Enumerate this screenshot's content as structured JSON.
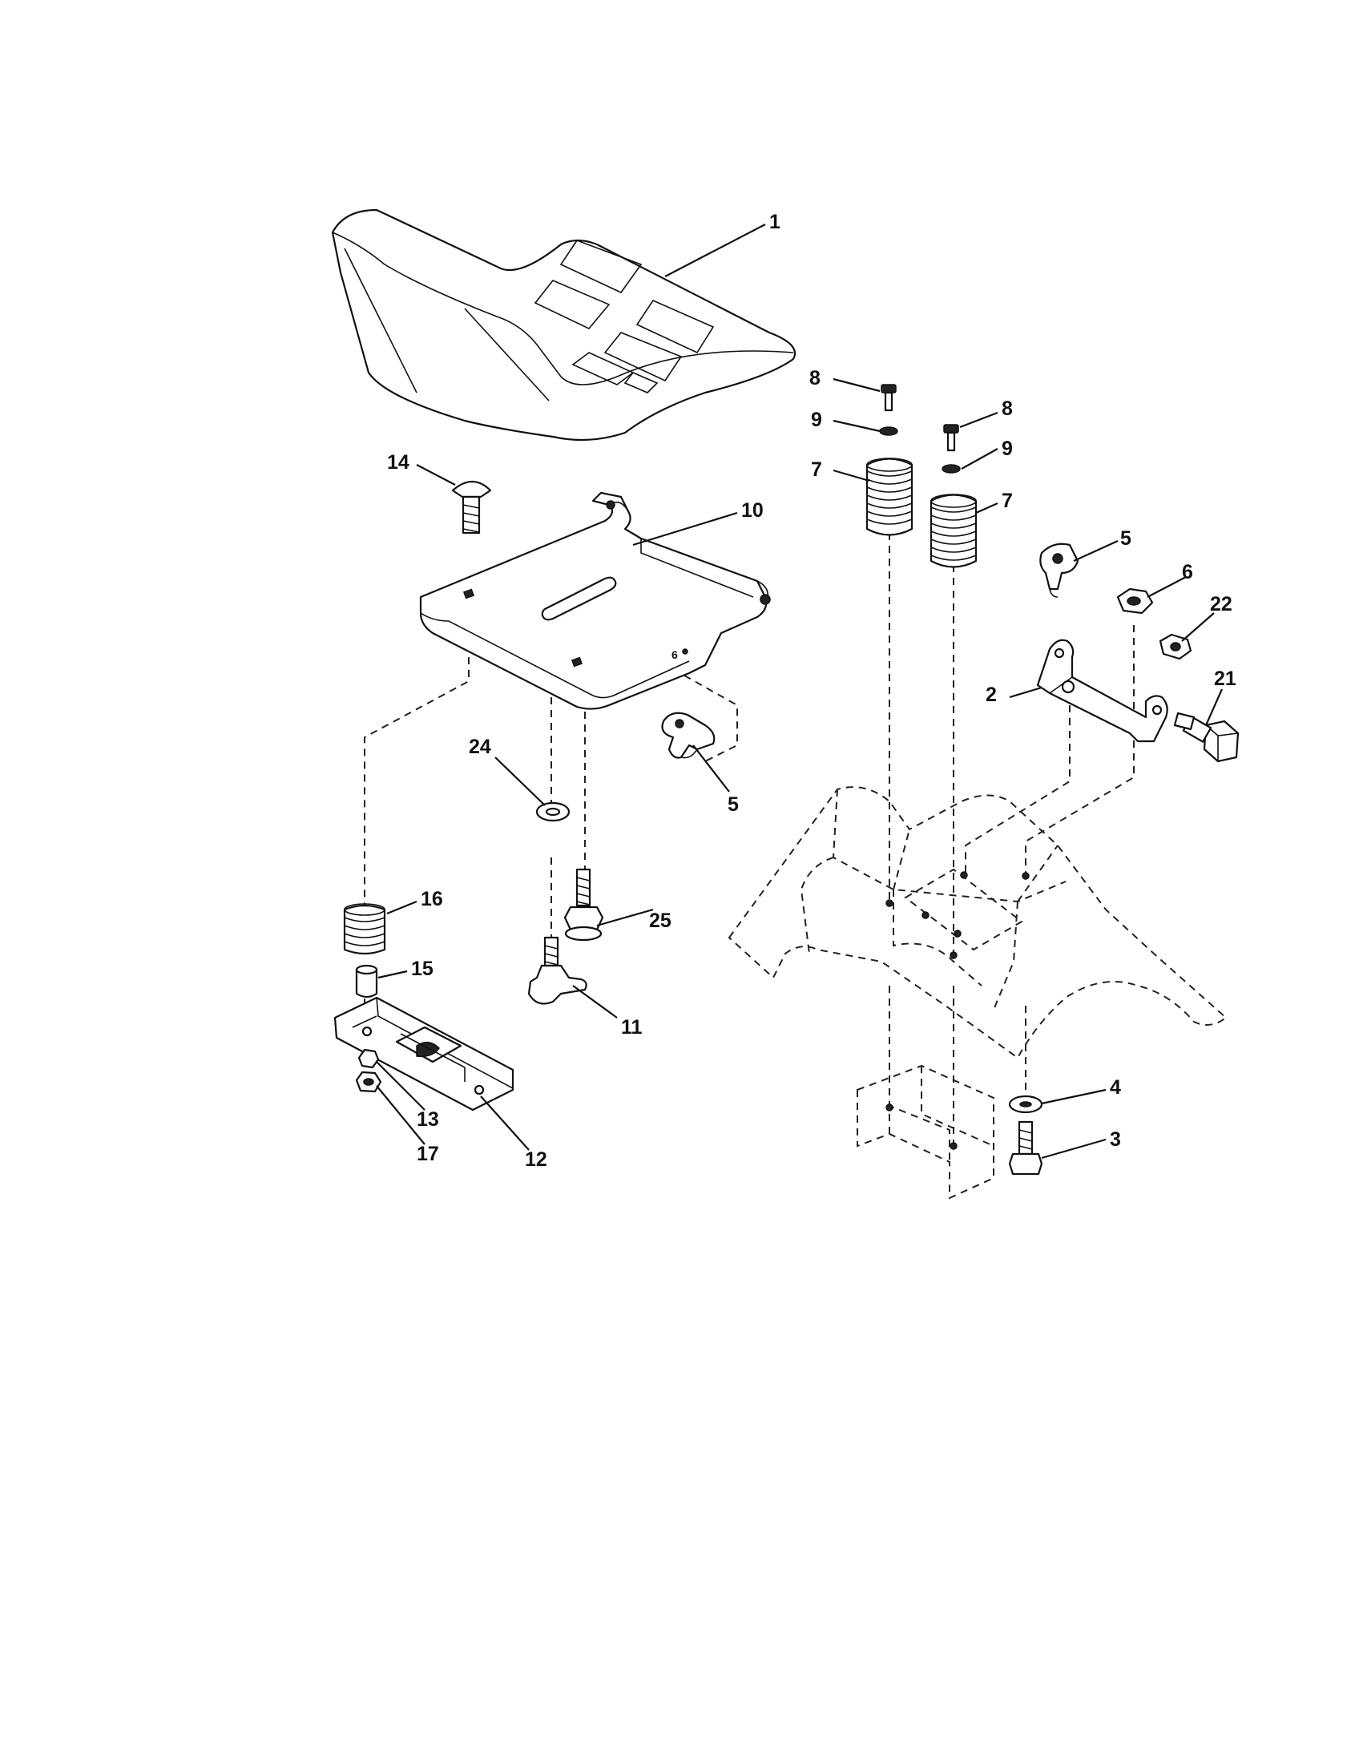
{
  "diagram": {
    "callouts": [
      {
        "id": "c1",
        "label": "1"
      },
      {
        "id": "c8a",
        "label": "8"
      },
      {
        "id": "c8b",
        "label": "8"
      },
      {
        "id": "c9a",
        "label": "9"
      },
      {
        "id": "c9b",
        "label": "9"
      },
      {
        "id": "c14",
        "label": "14"
      },
      {
        "id": "c7a",
        "label": "7"
      },
      {
        "id": "c7b",
        "label": "7"
      },
      {
        "id": "c10",
        "label": "10"
      },
      {
        "id": "c5a",
        "label": "5"
      },
      {
        "id": "c6a",
        "label": "6"
      },
      {
        "id": "c22",
        "label": "22"
      },
      {
        "id": "c2",
        "label": "2"
      },
      {
        "id": "c21",
        "label": "21"
      },
      {
        "id": "c24",
        "label": "24"
      },
      {
        "id": "c5b",
        "label": "5"
      },
      {
        "id": "c25",
        "label": "25"
      },
      {
        "id": "c16",
        "label": "16"
      },
      {
        "id": "c15",
        "label": "15"
      },
      {
        "id": "c11",
        "label": "11"
      },
      {
        "id": "c4",
        "label": "4"
      },
      {
        "id": "c13",
        "label": "13"
      },
      {
        "id": "c3",
        "label": "3"
      },
      {
        "id": "c17",
        "label": "17"
      },
      {
        "id": "c12",
        "label": "12"
      },
      {
        "id": "c6b",
        "label": "6"
      }
    ]
  }
}
